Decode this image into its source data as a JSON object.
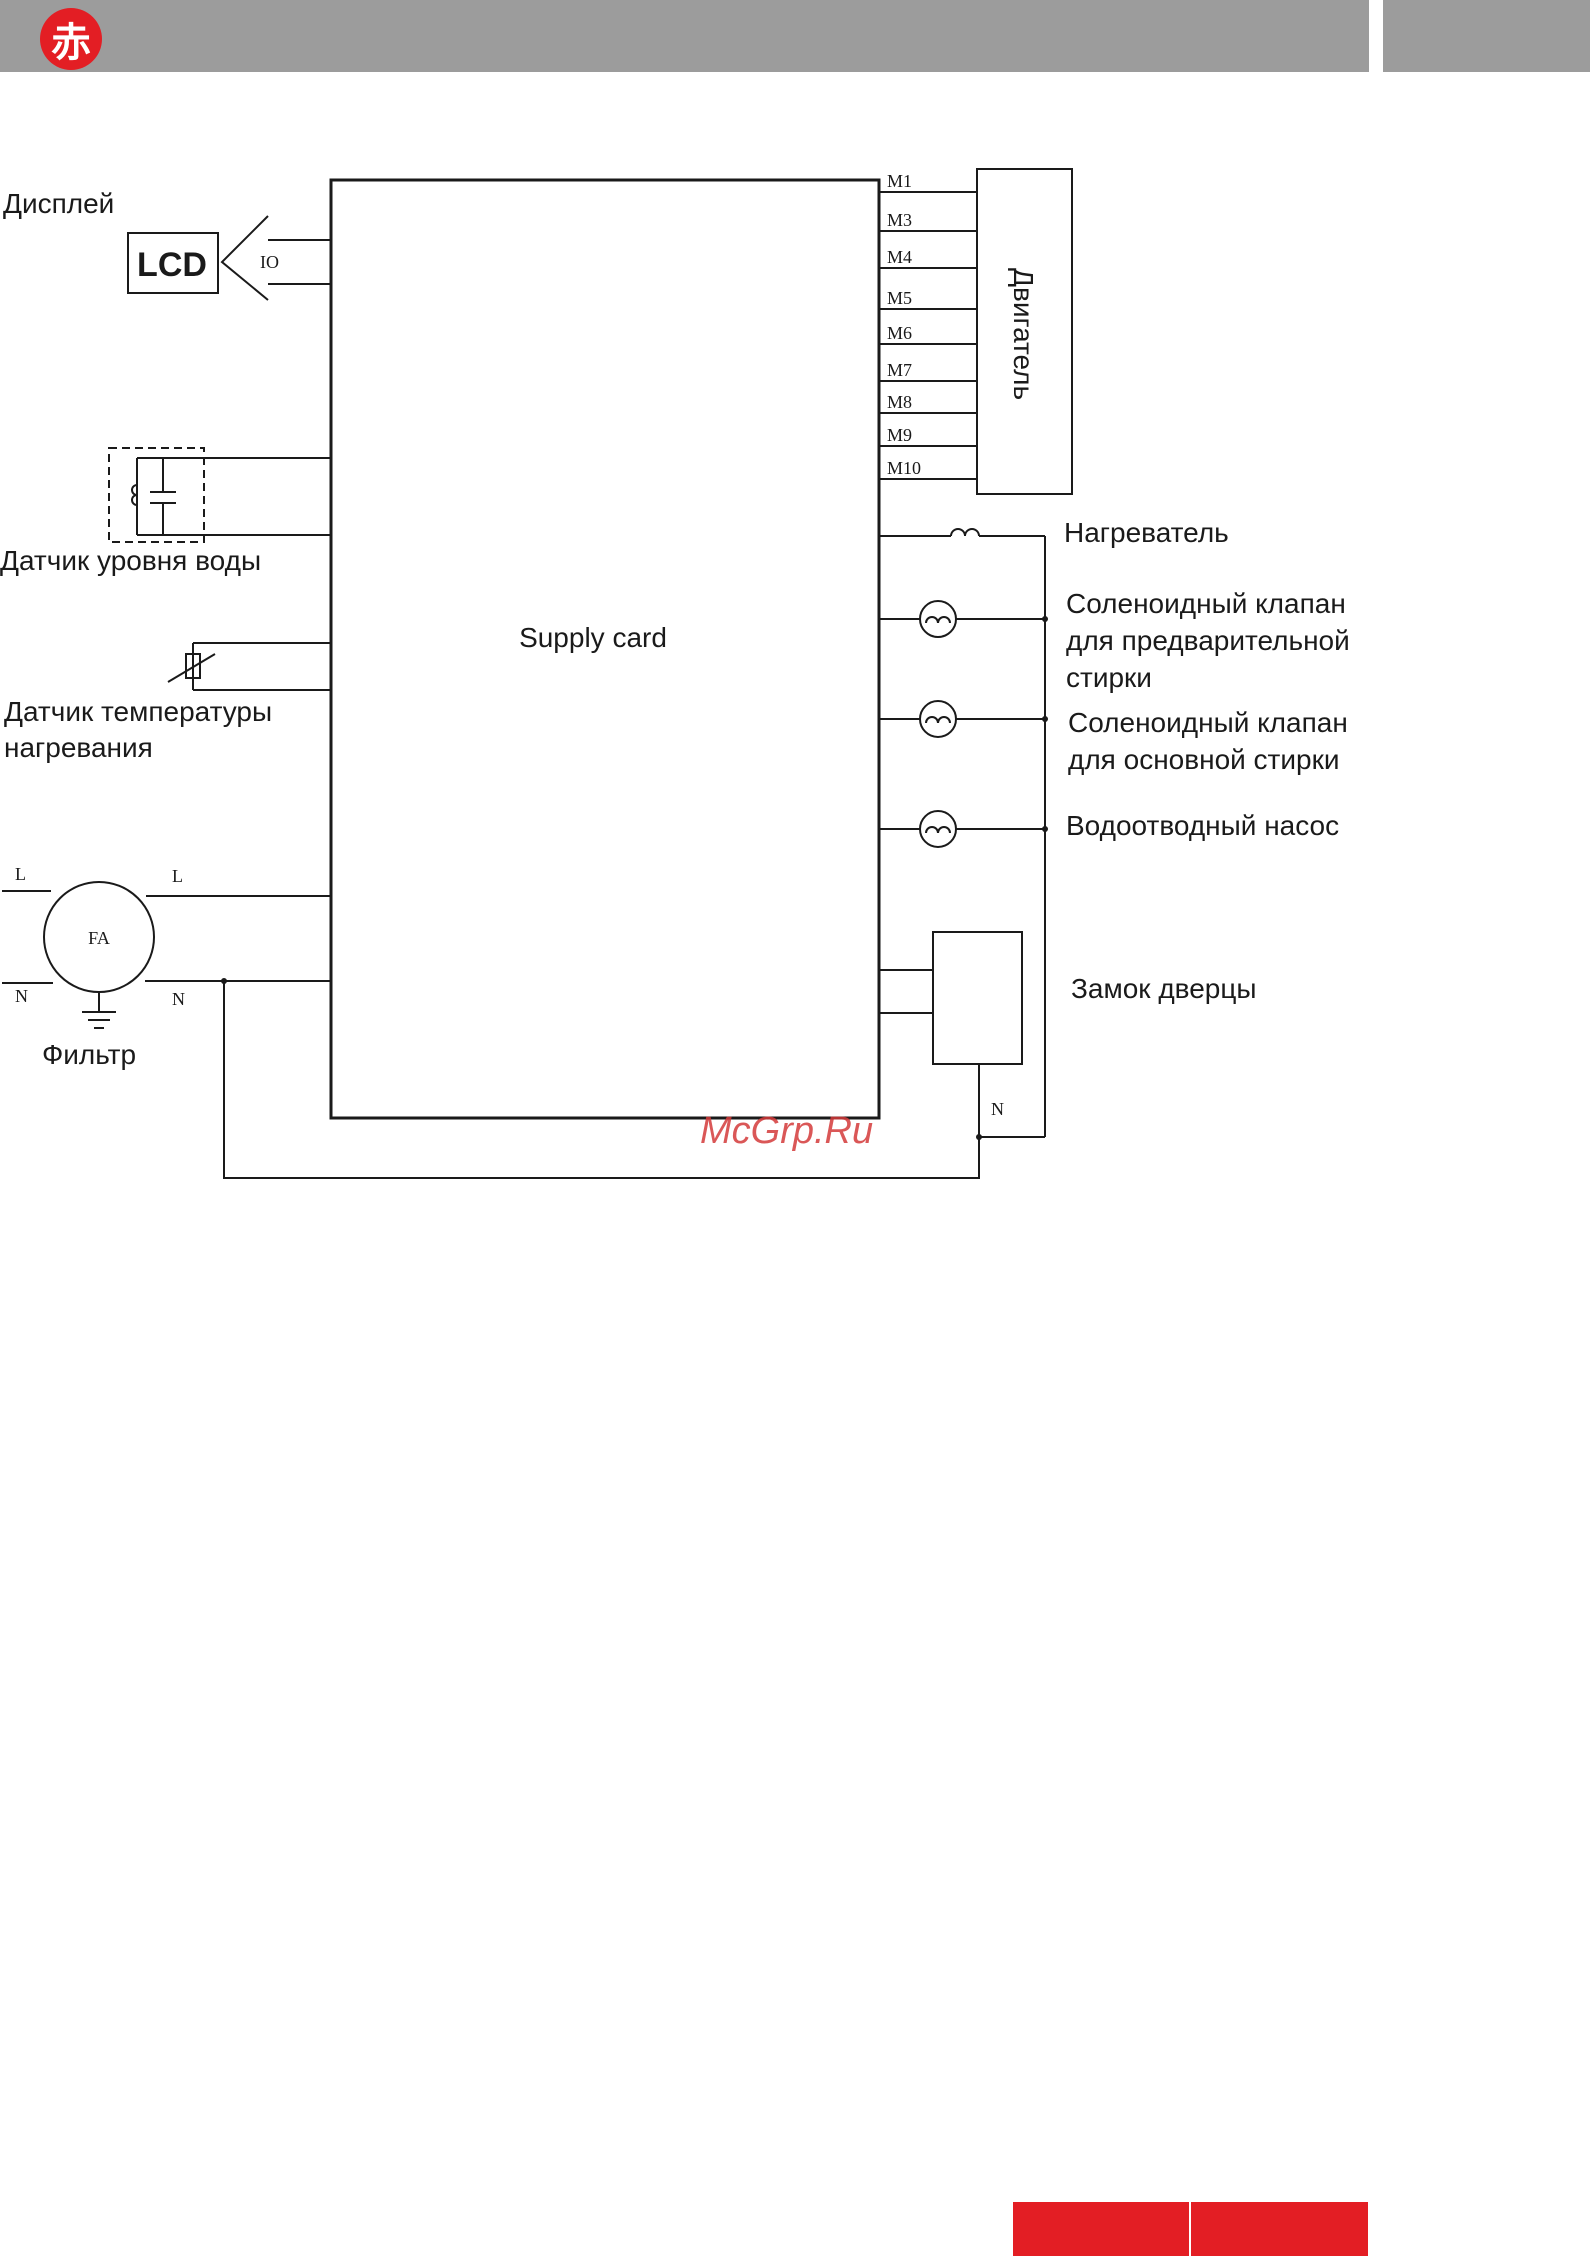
{
  "header": {
    "logo_char": "赤"
  },
  "diagram": {
    "main_board": "Supply card",
    "display_label": "Дисплей",
    "lcd_label": "LCD",
    "io_label": "IO",
    "water_level_label": "Датчик уровня воды",
    "temp_sensor_label_1": "Датчик температуры",
    "temp_sensor_label_2": "нагревания",
    "filter_label": "Фильтр",
    "filter_symbol": "FA",
    "line_label": "L",
    "neutral_label": "N",
    "motor_label": "Двигатель",
    "motor_pins": [
      "M1",
      "M3",
      "M4",
      "M5",
      "M6",
      "M7",
      "M8",
      "M9",
      "M10"
    ],
    "heater_label": "Нагреватель",
    "prewash_valve_lines": [
      "Соленоидный клапан",
      "для предварительной",
      "стирки"
    ],
    "mainwash_valve_lines": [
      "Соленоидный клапан",
      "для основной стирки"
    ],
    "drain_pump_label": "Водоотводный насос",
    "door_lock_label": "Замок дверцы"
  },
  "watermark": "McGrp.Ru",
  "colors": {
    "header_gray": "#9c9c9c",
    "accent_red": "#e31e24",
    "line": "#1a1a1a"
  }
}
